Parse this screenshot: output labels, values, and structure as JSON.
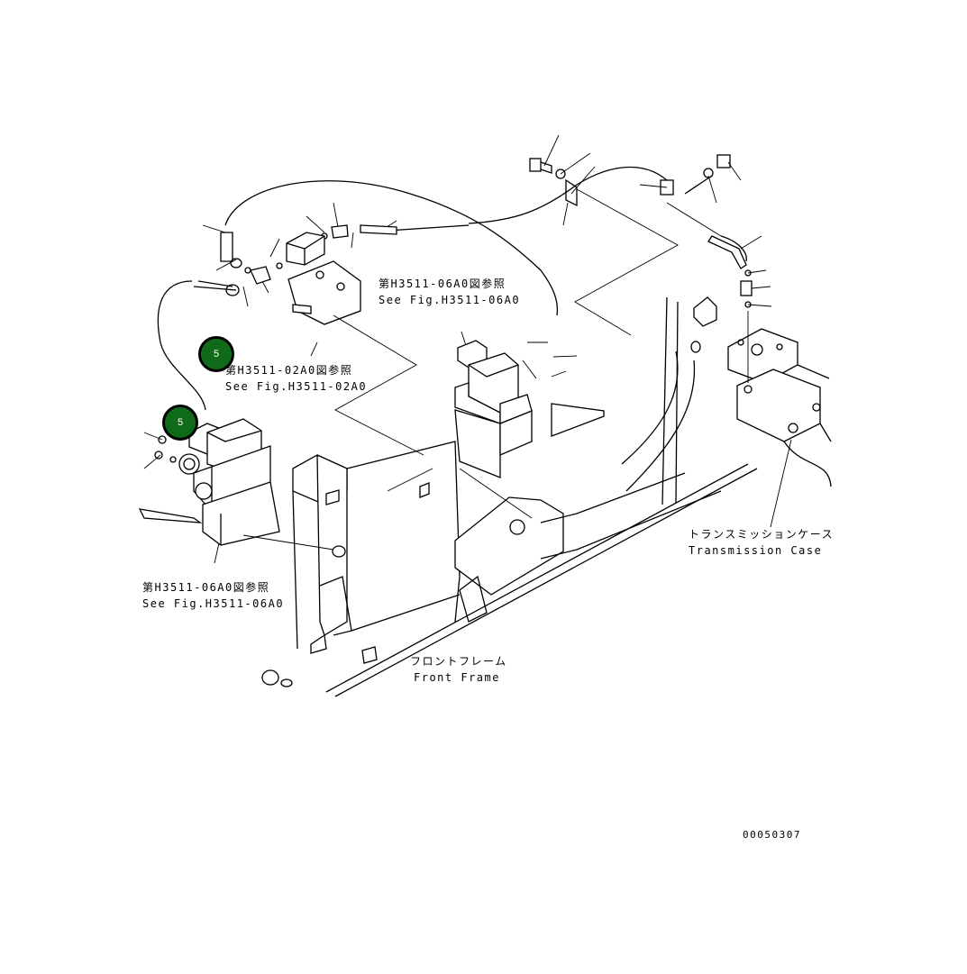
{
  "labels": {
    "ref_top_jp": "第H3511-06A0図参照",
    "ref_top_en": "See Fig.H3511-06A0",
    "ref_mid_jp": "第H3511-02A0図参照",
    "ref_mid_en": "See Fig.H3511-02A0",
    "ref_low_jp": "第H3511-06A0図参照",
    "ref_low_en": "See Fig.H3511-06A0",
    "trans_jp": "トランスミッションケース",
    "trans_en": "Transmission Case",
    "frame_jp": "フロントフレーム",
    "frame_en": "Front Frame",
    "drawing_no": "00050307"
  },
  "callouts": [
    {
      "number": "5",
      "color": "#0f6a1a"
    },
    {
      "number": "5",
      "color": "#0f6a1a"
    }
  ]
}
